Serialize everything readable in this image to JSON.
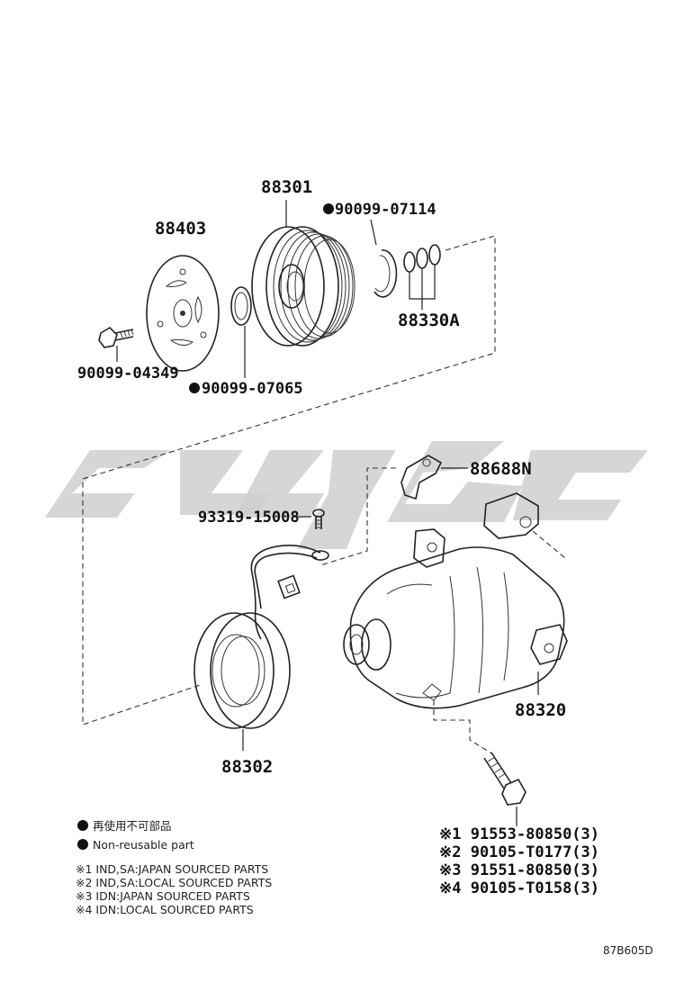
{
  "parts": {
    "p88301": "88301",
    "p88403": "88403",
    "p90099_07114": "90099-07114",
    "p88330A": "88330A",
    "p90099_04349": "90099-04349",
    "p90099_07065": "90099-07065",
    "p88688N": "88688N",
    "p93319_15008": "93319-15008",
    "p88320": "88320",
    "p88302": "88302"
  },
  "bolts": [
    "※1 91553-80850(3)",
    "※2 90105-T0177(3)",
    "※3 91551-80850(3)",
    "※4 90105-T0158(3)"
  ],
  "legend": {
    "jp": "再使用不可部品",
    "en": "Non-reusable part",
    "notes": [
      "※1 IND,SA:JAPAN SOURCED PARTS",
      "※2 IND,SA:LOCAL SOURCED PARTS",
      "※3 IDN:JAPAN SOURCED PARTS",
      "※4 IDN:LOCAL SOURCED PARTS"
    ]
  },
  "diagram_code": "87B605D"
}
